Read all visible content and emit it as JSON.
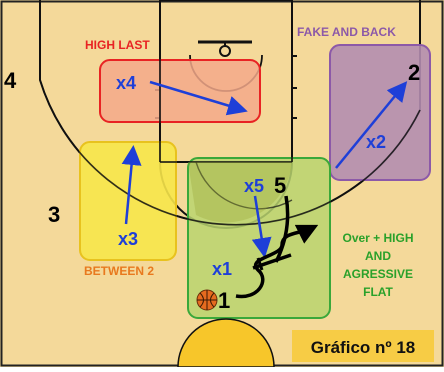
{
  "zones": {
    "high_last": "HIGH LAST",
    "fake_and_back": "FAKE AND BACK",
    "between_2": "BETWEEN 2",
    "over_high": [
      "Over + HIGH",
      "AND",
      "AGRESSIVE",
      "FLAT"
    ]
  },
  "players": {
    "p1": "1",
    "p2": "2",
    "p3": "3",
    "p4": "4",
    "p5": "5"
  },
  "defenders": {
    "x1": "x1",
    "x2": "x2",
    "x3": "x3",
    "x4": "x4",
    "x5": "x5"
  },
  "caption": "Gráfico nº 18",
  "colors": {
    "court": "#f4d99a",
    "red_zone": "#f3a889",
    "purple_zone": "#b48db0",
    "yellow_zone": "#f7e64a",
    "green_zone": "#b8d46f",
    "arrow": "#1e3fd8",
    "red_text": "#e82323",
    "purple_text": "#8c59a8",
    "orange_text": "#e8791e",
    "green_text": "#2aa12a",
    "caption_bg": "#f7cc45"
  },
  "icons": [
    "basketball-icon"
  ]
}
